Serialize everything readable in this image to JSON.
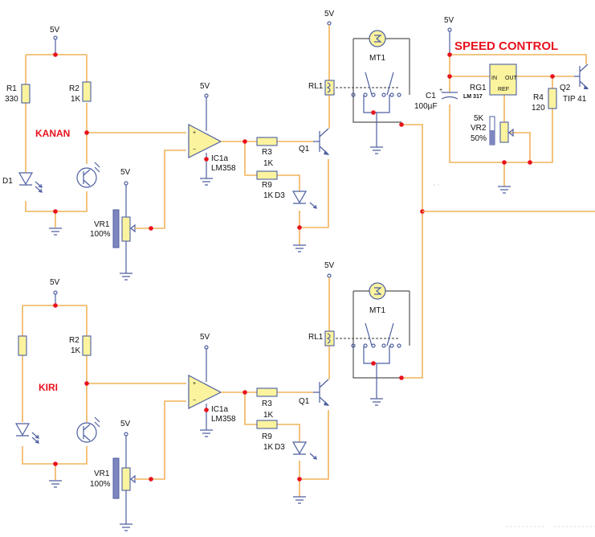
{
  "top": {
    "vcc_bridge": "5V",
    "r1_name": "R1",
    "r1_value": "330",
    "r2_name": "R2",
    "r2_value": "1K",
    "d1_name": "D1",
    "sensor_label": "KANAN",
    "vcc_pot": "5V",
    "vr1_name": "VR1",
    "vr1_value": "100%",
    "vcc_opamp": "5V",
    "ic_name": "IC1a",
    "ic_part": "LM358",
    "r3_name": "R3",
    "r3_value": "1K",
    "r9_name": "R9",
    "r9_value": "1K",
    "d3_name": "D3",
    "q1_name": "Q1",
    "vcc_relay": "5V",
    "rl_name": "RL1",
    "motor_name": "MT1"
  },
  "bottom": {
    "vcc_bridge": "5V",
    "r2_name": "R2",
    "r2_value": "1K",
    "sensor_label": "KIRI",
    "vcc_pot": "5V",
    "vr1_name": "VR1",
    "vr1_value": "100%",
    "vcc_opamp": "5V",
    "ic_name": "IC1a",
    "ic_part": "LM358",
    "r3_name": "R3",
    "r3_value": "1K",
    "r9_name": "R9",
    "r9_value": "1K",
    "d3_name": "D3",
    "q1_name": "Q1",
    "vcc_relay": "5V",
    "rl_name": "RL1",
    "motor_name": "MT1"
  },
  "speed": {
    "title": "SPEED CONTROL",
    "vcc": "5V",
    "c1_name": "C1",
    "c1_value": "100µF",
    "rg_name": "RG1",
    "rg_part": "LM 317",
    "pin_in": "IN",
    "pin_out": "OUT",
    "pin_ref": "REF",
    "r4_name": "R4",
    "r4_value": "120",
    "q2_name": "Q2",
    "q2_part": "TIP 41",
    "vr2_value": "5K",
    "vr2_name": "VR2",
    "vr2_percent": "50%"
  },
  "colors": {
    "wire": "#f0b35b",
    "symbol": "#4d5fa0",
    "label": "#e8121d",
    "component": "#fbf39e"
  }
}
